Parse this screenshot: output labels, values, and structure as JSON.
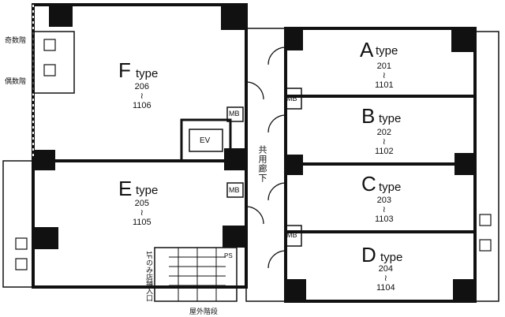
{
  "units": {
    "A": {
      "letter": "A",
      "type_word": "type",
      "start": "201",
      "tilde": "≀",
      "end": "1101"
    },
    "B": {
      "letter": "B",
      "type_word": "type",
      "start": "202",
      "tilde": "≀",
      "end": "1102"
    },
    "C": {
      "letter": "C",
      "type_word": "type",
      "start": "203",
      "tilde": "≀",
      "end": "1103"
    },
    "D": {
      "letter": "D",
      "type_word": "type",
      "start": "204",
      "tilde": "≀",
      "end": "1104"
    },
    "E": {
      "letter": "E",
      "type_word": "type",
      "start": "205",
      "tilde": "≀",
      "end": "1105"
    },
    "F": {
      "letter": "F",
      "type_word": "type",
      "start": "206",
      "tilde": "≀",
      "end": "1106"
    }
  },
  "labels": {
    "mb": "MB",
    "ev": "EV",
    "corridor": "共用廊下",
    "odd_floors": "奇数階",
    "even_floors": "偶数階",
    "ps": "PS",
    "stair_note": "1Fのみ店舗入口",
    "ext_stair": "屋外階段"
  }
}
